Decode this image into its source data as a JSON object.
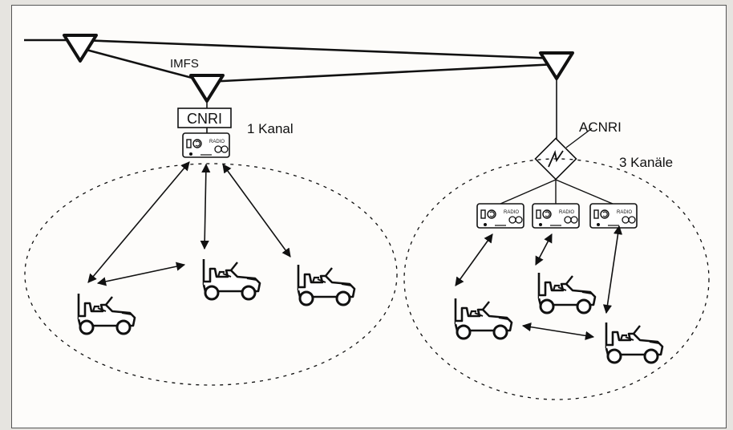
{
  "labels": {
    "imfs": "IMFS",
    "cnri": "CNRI",
    "one_channel": "1 Kanal",
    "acnri": "ACNRI",
    "three_channels": "3 Kanäle",
    "radio": "RADIO"
  }
}
